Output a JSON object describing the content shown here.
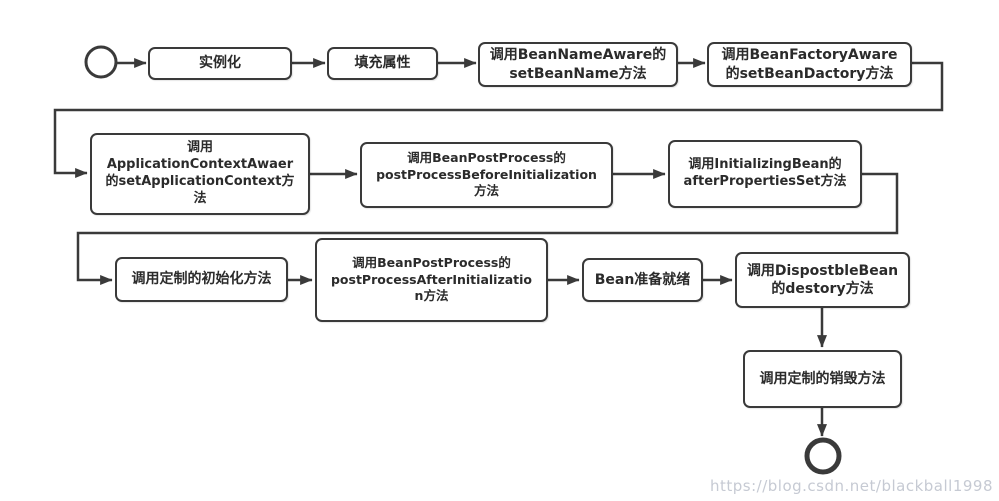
{
  "nodes": [
    {
      "id": "start",
      "type": "start-circle"
    },
    {
      "id": "instantiation",
      "label": "实例化"
    },
    {
      "id": "populate-properties",
      "label": "填充属性"
    },
    {
      "id": "set-bean-name",
      "label": "调用BeanNameAware的\nsetBeanName方法"
    },
    {
      "id": "set-bean-factory",
      "label": "调用BeanFactoryAware\n的setBeanDactory方法"
    },
    {
      "id": "set-application-context",
      "label": "调用\nApplicationContextAwaer\n的setApplicationContext方\n法"
    },
    {
      "id": "post-process-before-initialization",
      "label": "调用BeanPostProcess的\npostProcessBeforeInitialization\n方法"
    },
    {
      "id": "after-properties-set",
      "label": "调用InitializingBean的\nafterPropertiesSet方法"
    },
    {
      "id": "custom-init-method",
      "label": "调用定制的初始化方法"
    },
    {
      "id": "post-process-after-initialization",
      "label": "调用BeanPostProcess的\npostProcessAfterInitializatio\nn方法"
    },
    {
      "id": "bean-ready",
      "label": "Bean准备就绪"
    },
    {
      "id": "destroy-method",
      "label": "调用DispostbleBean\n的destory方法"
    },
    {
      "id": "custom-destroy-method",
      "label": "调用定制的销毁方法"
    },
    {
      "id": "end",
      "type": "end-circle"
    }
  ],
  "watermark": "https://blog.csdn.net/blackball1998",
  "colors": {
    "line": "#3a3a3a",
    "box_border": "#3a3a3a",
    "text": "#2b2b2b",
    "watermark": "#c6cad3",
    "background": "#ffffff"
  }
}
